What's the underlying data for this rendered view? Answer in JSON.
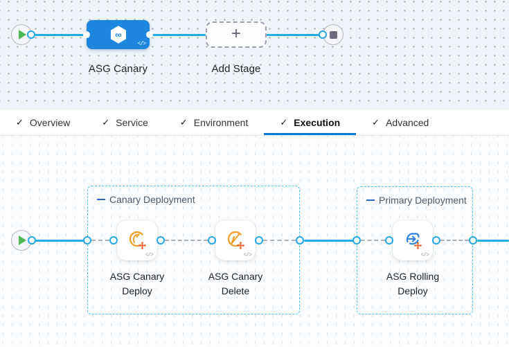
{
  "stage_graph": {
    "stage": {
      "label": "ASG Canary",
      "code_glyph": "</>"
    },
    "add_stage": {
      "label": "Add Stage",
      "plus_glyph": "+"
    }
  },
  "tabs": {
    "check_glyph": "✓",
    "items": [
      {
        "label": "Overview",
        "active": false
      },
      {
        "label": "Service",
        "active": false
      },
      {
        "label": "Environment",
        "active": false
      },
      {
        "label": "Execution",
        "active": true
      },
      {
        "label": "Advanced",
        "active": false
      }
    ]
  },
  "execution_graph": {
    "groups": [
      {
        "label": "Canary Deployment",
        "steps": [
          {
            "name": "ASG Canary Deploy",
            "label_lines": [
              "ASG Canary",
              "Deploy"
            ],
            "icon": "asg-canary-deploy-icon",
            "code_glyph": "</>"
          },
          {
            "name": "ASG Canary Delete",
            "label_lines": [
              "ASG Canary",
              "Delete"
            ],
            "icon": "asg-canary-delete-icon",
            "code_glyph": "</>"
          }
        ]
      },
      {
        "label": "Primary Deployment",
        "steps": [
          {
            "name": "ASG Rolling Deploy",
            "label_lines": [
              "ASG Rolling",
              "Deploy"
            ],
            "icon": "asg-rolling-deploy-icon",
            "code_glyph": "</>"
          }
        ]
      }
    ]
  },
  "colors": {
    "accent_blue": "#0278d5",
    "link_cyan": "#23ade8",
    "stage_node_blue": "#1d87e0",
    "group_border_blue": "#49c8f2",
    "icon_orange": "#f09d28",
    "icon_cross_orange": "#e8622d",
    "play_green": "#4db952"
  }
}
